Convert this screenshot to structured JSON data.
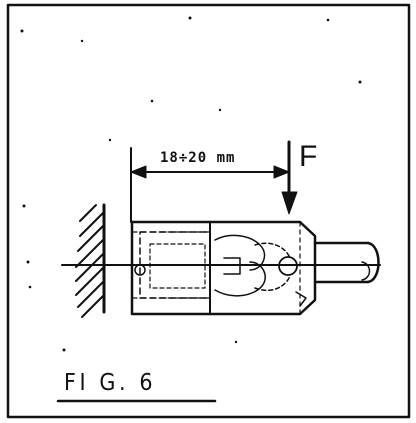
{
  "figure": {
    "caption": "FI G. 6",
    "dimension": "18÷20 mm",
    "force": "F"
  }
}
